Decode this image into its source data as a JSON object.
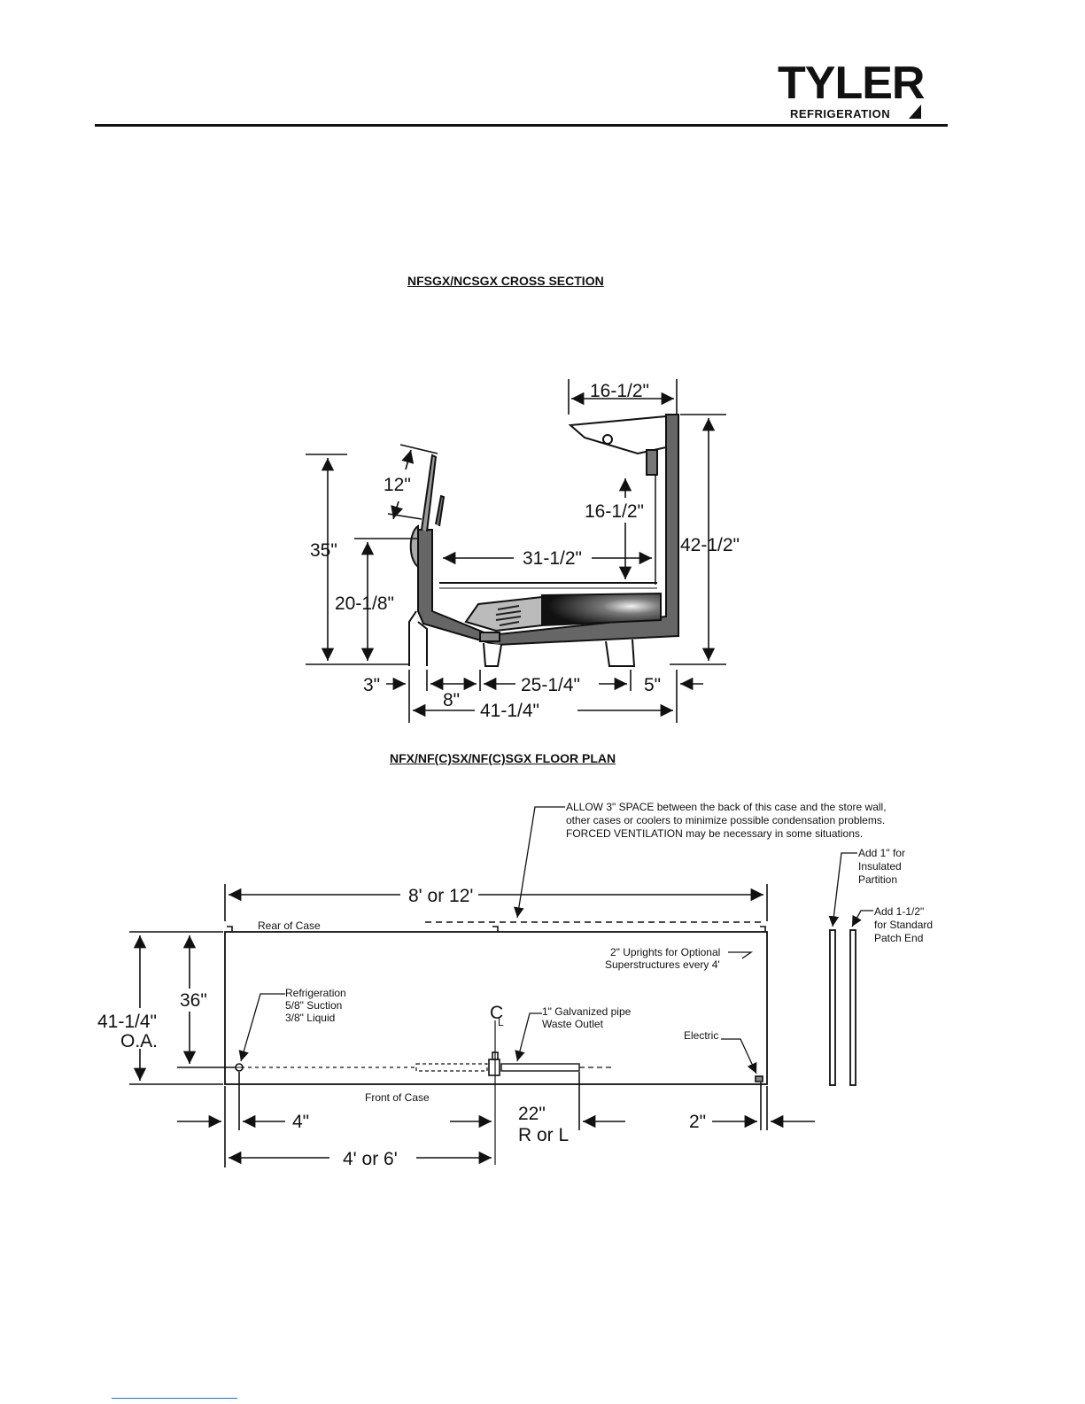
{
  "logo": {
    "main": "TYLER",
    "sub": "REFRIGERATION"
  },
  "cross_section": {
    "title": "NFSGX/NCSGX  CROSS SECTION",
    "dims": {
      "top_width": "16-1/2\"",
      "glass": "12\"",
      "shelf_height": "16-1/2\"",
      "overall_height": "35\"",
      "case_height": "42-1/2\"",
      "depth_inner": "31-1/2\"",
      "front_height": "20-1/8\"",
      "front_offset": "3\"",
      "deck_front": "8\"",
      "deck": "25-1/4\"",
      "rear": "5\"",
      "overall_depth": "41-1/4\""
    }
  },
  "floor_plan": {
    "title": "NFX/NF(C)SX/NF(C)SGX  FLOOR PLAN",
    "note": [
      "ALLOW 3\" SPACE between the back of this case and the store wall,",
      "other cases or coolers to minimize possible condensation problems.",
      "FORCED VENTILATION may be necessary in some situations."
    ],
    "insulated": [
      "Add 1\" for",
      "Insulated",
      "Partition"
    ],
    "patch_end": [
      "Add 1-1/2\"",
      "for Standard",
      "Patch End"
    ],
    "length": "8' or 12'",
    "rear_label": "Rear of Case",
    "front_label": "Front of Case",
    "uprights": [
      "2\" Uprights for Optional",
      "Superstructures every 4'"
    ],
    "refrigeration": [
      "Refrigeration",
      "5/8\" Suction",
      "3/8\" Liquid"
    ],
    "centerline_c": "C",
    "centerline_l": "L",
    "waste": [
      "1\" Galvanized pipe",
      "Waste Outlet"
    ],
    "electric": "Electric",
    "overall_depth": [
      "41-1/4\"",
      "O.A."
    ],
    "depth_36": "36\"",
    "dim_4": "4\"",
    "dim_4or6": "4' or 6'",
    "dim_22": [
      "22\"",
      "R or L"
    ],
    "dim_2": "2\""
  }
}
